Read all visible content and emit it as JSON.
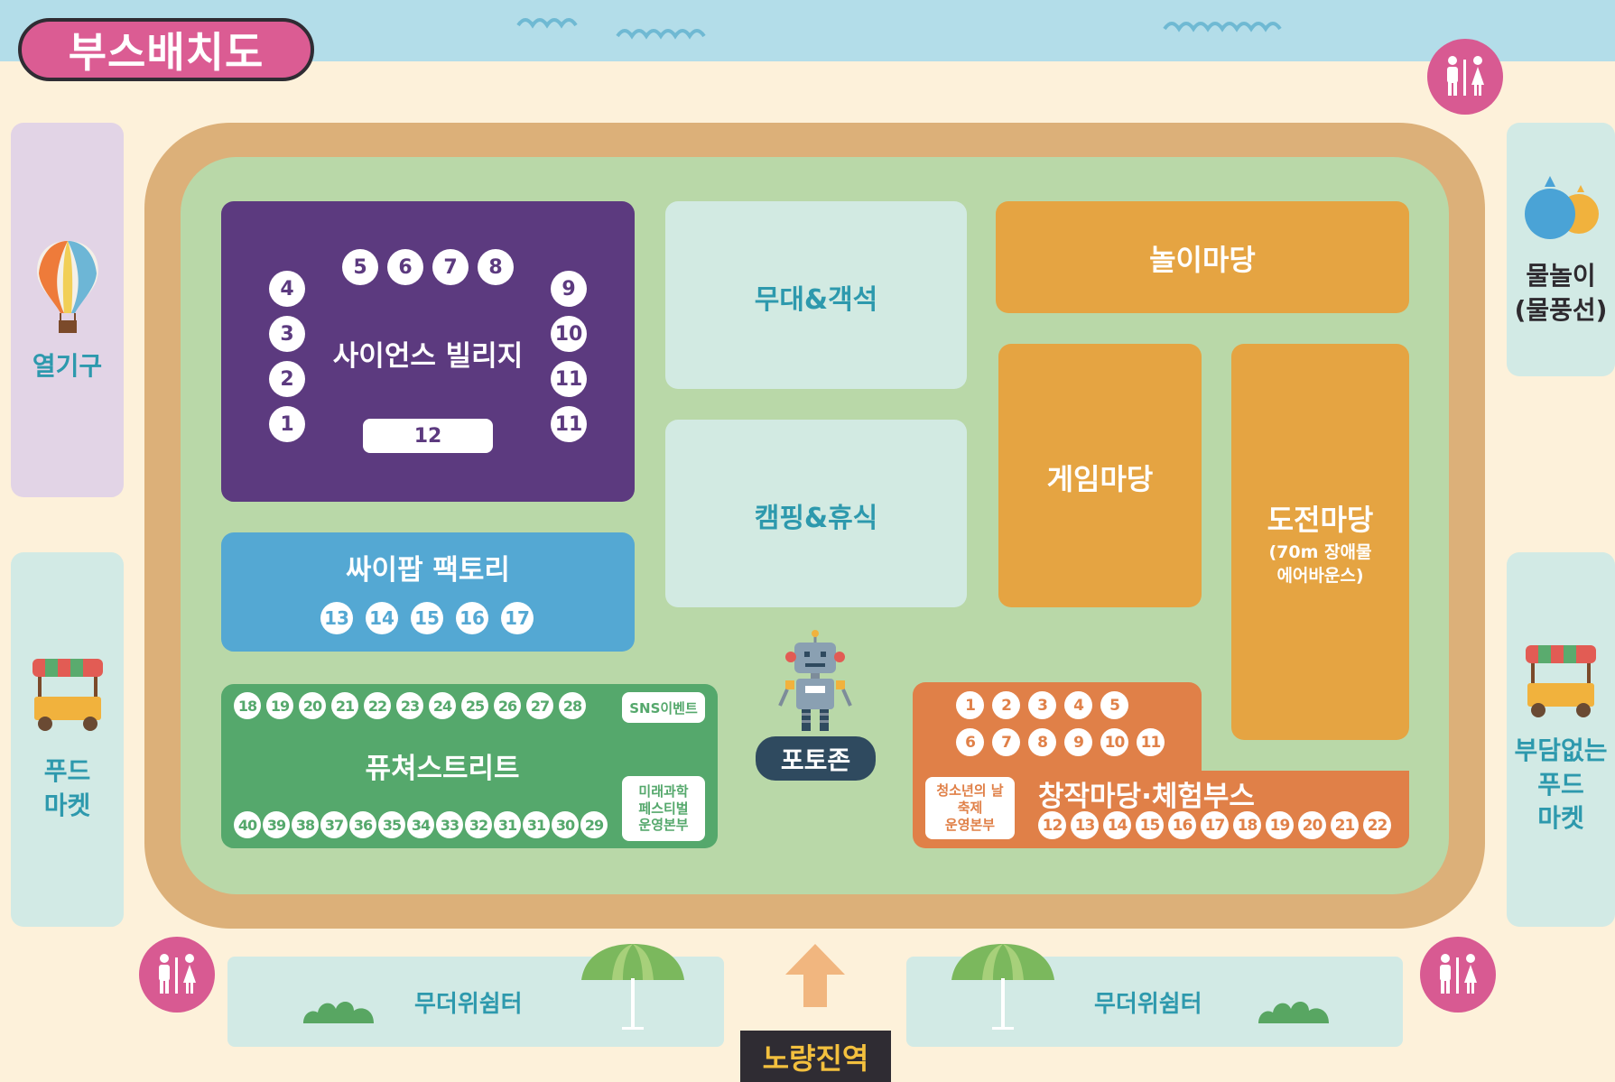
{
  "title": "부스배치도",
  "side_panels": {
    "balloon": "열기구",
    "water_line1": "물놀이",
    "water_line2": "(물풍선)",
    "food_left_line1": "푸드",
    "food_left_line2": "마켓",
    "food_right_line1": "부담없는",
    "food_right_line2": "푸드",
    "food_right_line3": "마켓"
  },
  "zones": {
    "science_village": {
      "label": "사이언스 빌리지",
      "left_booths": [
        "4",
        "3",
        "2",
        "1"
      ],
      "top_booths": [
        "5",
        "6",
        "7",
        "8"
      ],
      "right_booths": [
        "9",
        "10",
        "11",
        "11"
      ],
      "bottom_booth": "12"
    },
    "cipop_factory": {
      "label": "싸이팝 팩토리",
      "booths": [
        "13",
        "14",
        "15",
        "16",
        "17"
      ]
    },
    "future_street": {
      "label": "퓨쳐스트리트",
      "top_booths": [
        "18",
        "19",
        "20",
        "21",
        "22",
        "23",
        "24",
        "25",
        "26",
        "27",
        "28"
      ],
      "bottom_booths": [
        "40",
        "39",
        "38",
        "37",
        "36",
        "35",
        "34",
        "33",
        "32",
        "31",
        "31",
        "30",
        "29"
      ],
      "sns_event": "SNS이벤트",
      "hq_line1": "미래과학",
      "hq_line2": "페스티벌",
      "hq_line3": "운영본부"
    },
    "stage": {
      "label": "무대&객석"
    },
    "camping": {
      "label": "캠핑&휴식"
    },
    "play": {
      "label": "놀이마당"
    },
    "game": {
      "label": "게임마당"
    },
    "challenge": {
      "label": "도전마당",
      "sub_line1": "(70m 장애물",
      "sub_line2": "에어바운스)"
    },
    "creation": {
      "label": "창작마당·체험부스",
      "top_row1": [
        "1",
        "2",
        "3",
        "4",
        "5"
      ],
      "top_row2": [
        "6",
        "7",
        "8",
        "9",
        "10",
        "11"
      ],
      "bottom_booths": [
        "12",
        "13",
        "14",
        "15",
        "16",
        "17",
        "18",
        "19",
        "20",
        "21",
        "22"
      ],
      "hq_line1": "청소년의 날",
      "hq_line2": "축제",
      "hq_line3": "운영본부"
    }
  },
  "photo_zone": "포토존",
  "shelters": {
    "left": "무더위쉼터",
    "right": "무더위쉼터"
  },
  "station": "노량진역",
  "colors": {
    "science": "#5c3a7f",
    "cipop": "#54a8d3",
    "future": "#55a86c",
    "play_game_challenge": "#e5a442",
    "creation": "#e08048",
    "restroom": "#d85a92",
    "title_badge": "#db5c93"
  },
  "icons": [
    "hot-air-balloon-icon",
    "water-balloon-icon",
    "food-cart-icon",
    "robot-icon",
    "restroom-icon",
    "parasol-icon",
    "bush-icon",
    "arrow-up-icon",
    "wave-icon"
  ]
}
